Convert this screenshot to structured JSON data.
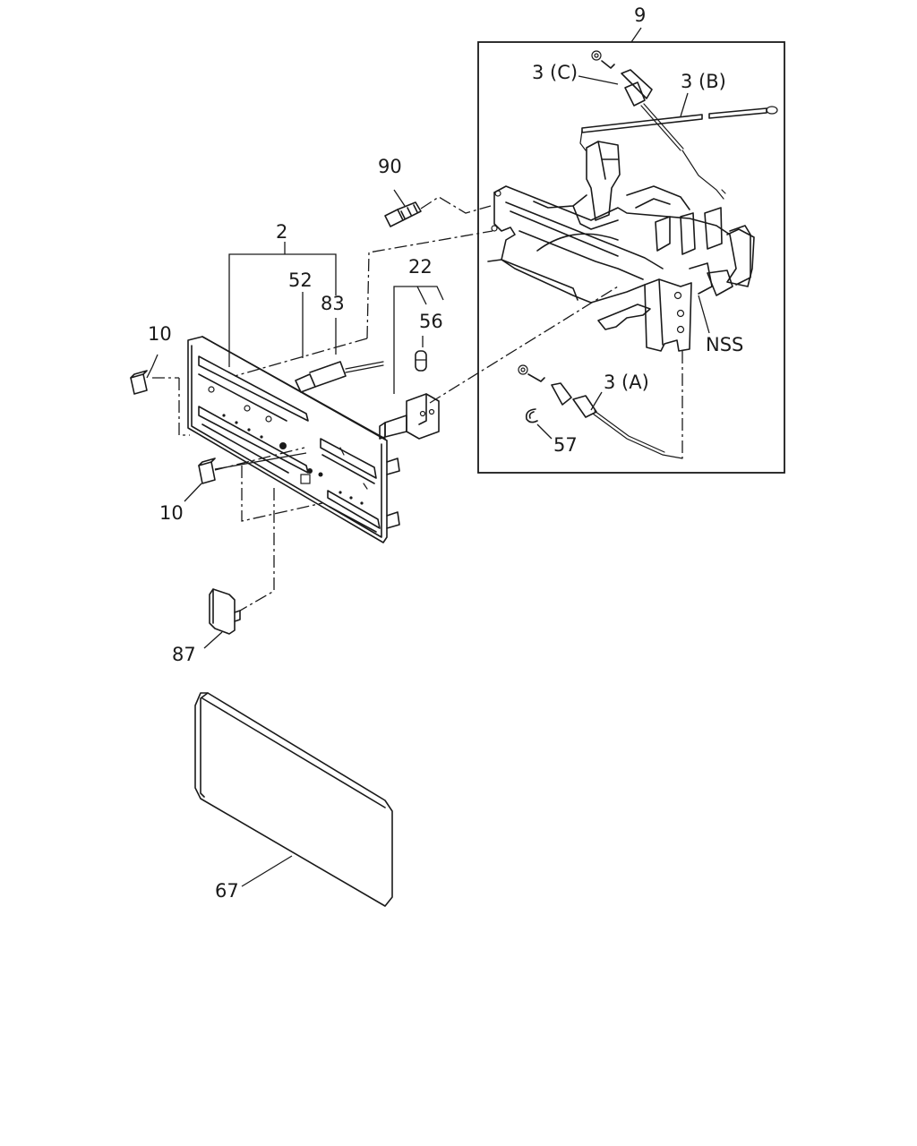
{
  "callouts": {
    "part_9": "9",
    "part_3c": "3 (C)",
    "part_3b": "3 (B)",
    "part_90": "90",
    "part_2": "2",
    "part_52": "52",
    "part_83": "83",
    "part_22": "22",
    "part_56": "56",
    "part_10_top": "10",
    "part_10_bottom": "10",
    "part_nss": "NSS",
    "part_3a": "3 (A)",
    "part_57": "57",
    "part_87": "87",
    "part_67": "67"
  },
  "colors": {
    "line": "#1a1a1a",
    "background": "#ffffff"
  }
}
